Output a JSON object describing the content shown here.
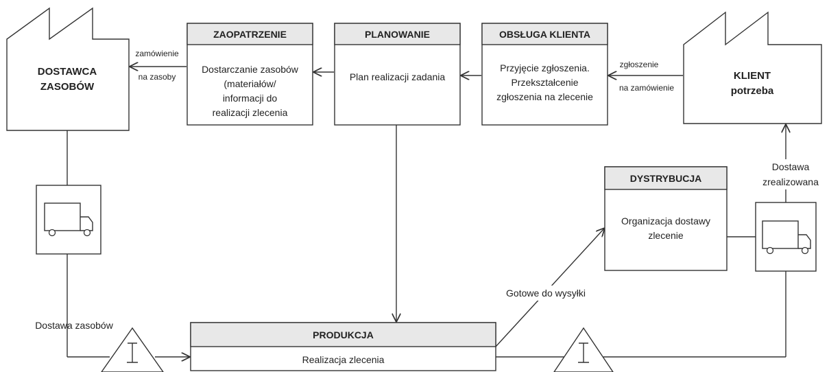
{
  "supplier": {
    "line1": "DOSTAWCA",
    "line2": "ZASOBÓW"
  },
  "client": {
    "line1": "KLIENT",
    "line2": "potrzeba"
  },
  "zaopatrzenie": {
    "title": "ZAOPATRZENIE",
    "body": [
      "Dostarczanie zasobów",
      "(materiałów/",
      "informacji do",
      "realizacji zlecenia"
    ]
  },
  "planowanie": {
    "title": "PLANOWANIE",
    "body": [
      "Plan realizacji zadania"
    ]
  },
  "obsluga": {
    "title": "OBSŁUGA KLIENTA",
    "body": [
      "Przyjęcie zgłoszenia.",
      "Przekształcenie",
      "zgłoszenia na zlecenie"
    ]
  },
  "dystrybucja": {
    "title": "DYSTRYBUCJA",
    "body": [
      "Organizacja dostawy",
      "zlecenie"
    ]
  },
  "produkcja": {
    "title": "PRODUKCJA",
    "body": [
      "Realizacja zlecenia"
    ]
  },
  "labels": {
    "order_line1": "zamówienie",
    "order_line2": "na zasoby",
    "request_line1": "zgłoszenie",
    "request_line2": "na zamówienie",
    "delivery_done_line1": "Dostawa",
    "delivery_done_line2": "zrealizowana",
    "ready_to_ship": "Gotowe do wysyłki",
    "resource_delivery": "Dostawa zasobów"
  },
  "icons": {
    "truck": "truck-icon",
    "warehouse": "inventory-triangle-icon",
    "factory": "factory-icon"
  },
  "colors": {
    "header_fill": "#e8e8e8",
    "line": "#333333",
    "text": "#222222"
  }
}
